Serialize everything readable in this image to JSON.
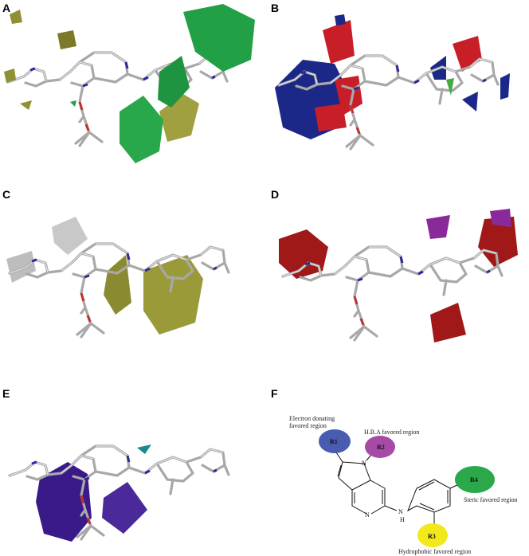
{
  "panels": [
    {
      "label": "A",
      "contours": [
        {
          "color": "#8f8f35"
        },
        {
          "color": "#22a046"
        }
      ]
    },
    {
      "label": "B",
      "contours": [
        {
          "color": "#c81e28"
        },
        {
          "color": "#1c2888"
        }
      ]
    },
    {
      "label": "C",
      "contours": [
        {
          "color": "#c8c8c8"
        },
        {
          "color": "#8a8a30"
        }
      ]
    },
    {
      "label": "D",
      "contours": [
        {
          "color": "#a01818"
        },
        {
          "color": "#8a2a9a"
        }
      ]
    },
    {
      "label": "E",
      "contours": [
        {
          "color": "#3a1a88"
        },
        {
          "color": "#1a8a8a"
        }
      ]
    },
    {
      "label": "F"
    }
  ],
  "scheme": {
    "regions": [
      {
        "id": "R1",
        "label": "R1",
        "color": "#4a5cb0",
        "annotation_lines": [
          "Electron donating",
          "favored region"
        ]
      },
      {
        "id": "R2",
        "label": "R2",
        "color": "#a64aa6",
        "annotation_lines": [
          "H.B.A favored region"
        ]
      },
      {
        "id": "R3",
        "label": "R3",
        "color": "#f2e81a",
        "annotation_lines": [
          "Hydrophobic favored region"
        ]
      },
      {
        "id": "R4",
        "label": "R4",
        "color": "#2aa84a",
        "annotation_lines": [
          "Steric favored region"
        ]
      }
    ],
    "atoms": {
      "n1": "N",
      "n5": "N",
      "nh_n": "N",
      "nh_h": "H"
    }
  }
}
